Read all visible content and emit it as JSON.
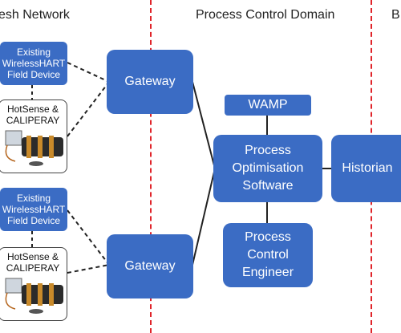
{
  "zones": {
    "mesh_label": "esh Network",
    "process_label": "Process Control Domain",
    "business_label": "B"
  },
  "devices": {
    "top_field": [
      "Existing",
      "WirelessHART",
      "Field Device"
    ],
    "top_sensor": [
      "HotSense &",
      "CALIPERAY"
    ],
    "bottom_field": [
      "Existing",
      "WirelessHART",
      "Field Device"
    ],
    "bottom_sensor": [
      "HotSense &",
      "CALIPERAY"
    ]
  },
  "gateways": {
    "top": "Gateway",
    "bottom": "Gateway"
  },
  "core": {
    "wamp": "WAMP",
    "software": [
      "Process",
      "Optimisation",
      "Software"
    ],
    "engineer": [
      "Process",
      "Control",
      "Engineer"
    ],
    "historian": "Historian"
  },
  "colors": {
    "box": "#3b6cc4",
    "divider": "#e0242a",
    "line": "#222222"
  }
}
